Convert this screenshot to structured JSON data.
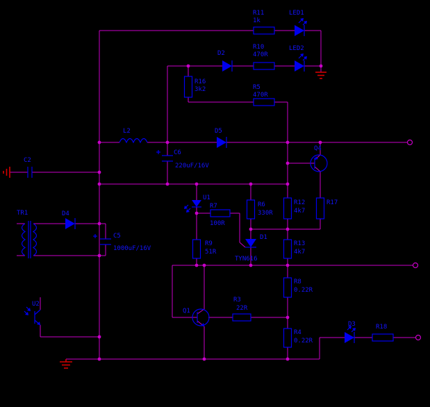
{
  "colors": {
    "wire": "#c800c8",
    "component": "#0000ee",
    "ground": "#d40000",
    "label_text": "#1414ff",
    "background": "#000000"
  },
  "components": {
    "r11": {
      "ref": "R11",
      "value": "1k"
    },
    "led1": {
      "ref": "LED1"
    },
    "led2": {
      "ref": "LED2"
    },
    "d2": {
      "ref": "D2"
    },
    "r10": {
      "ref": "R10",
      "value": "470R"
    },
    "r16": {
      "ref": "R16",
      "value": "3k2"
    },
    "r5": {
      "ref": "R5",
      "value": "470R"
    },
    "l2": {
      "ref": "L2"
    },
    "d5": {
      "ref": "D5"
    },
    "c6": {
      "ref": "C6",
      "value": "220uF/16V"
    },
    "q4": {
      "ref": "Q4"
    },
    "c2": {
      "ref": "C2"
    },
    "tr1": {
      "ref": "TR1"
    },
    "d4": {
      "ref": "D4"
    },
    "c5": {
      "ref": "C5",
      "value": "1000uF/16V"
    },
    "u1": {
      "ref": "U1"
    },
    "u2": {
      "ref": "U2"
    },
    "r7": {
      "ref": "R7",
      "value": "100R"
    },
    "r6": {
      "ref": "R6",
      "value": "330R"
    },
    "r12": {
      "ref": "R12",
      "value": "4k7"
    },
    "r17": {
      "ref": "R17"
    },
    "d1": {
      "ref": "D1",
      "value": "TYN616"
    },
    "r9": {
      "ref": "R9",
      "value": "51R"
    },
    "r13": {
      "ref": "R13",
      "value": "4k7"
    },
    "r8": {
      "ref": "R8",
      "value": "0.22R"
    },
    "q1": {
      "ref": "Q1"
    },
    "r3": {
      "ref": "R3",
      "value": "22R"
    },
    "r4": {
      "ref": "R4",
      "value": "0.22R"
    },
    "d3": {
      "ref": "D3"
    },
    "r18": {
      "ref": "R18"
    }
  }
}
